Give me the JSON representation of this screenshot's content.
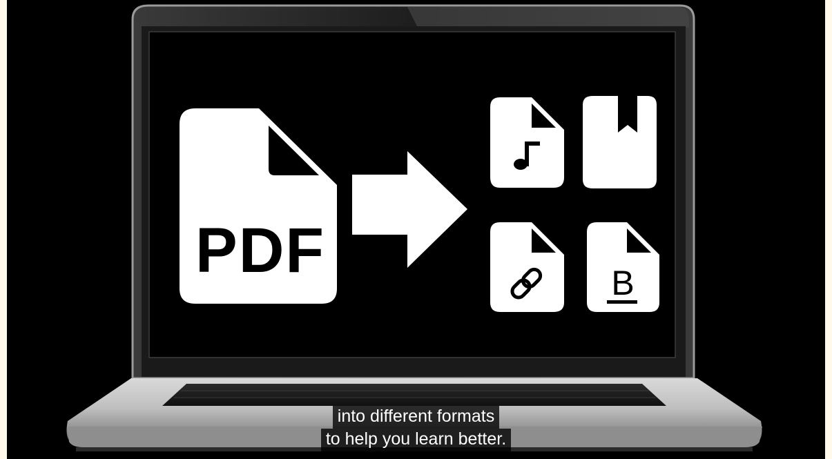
{
  "screen": {
    "main_file_label": "PDF",
    "bold_file_letter": "B"
  },
  "icons": {
    "pdf": "pdf-file-icon",
    "arrow": "right-arrow-icon",
    "audio": "audio-file-icon",
    "bookmark": "bookmark-icon",
    "link": "link-file-icon",
    "bold": "bold-text-file-icon"
  },
  "subtitles": {
    "line1": "into different formats",
    "line2": "to help you learn better."
  },
  "colors": {
    "page_background": "#fff9ec",
    "video_background": "#000000",
    "icon_fill": "#ffffff",
    "subtitle_text": "#ffffff"
  }
}
